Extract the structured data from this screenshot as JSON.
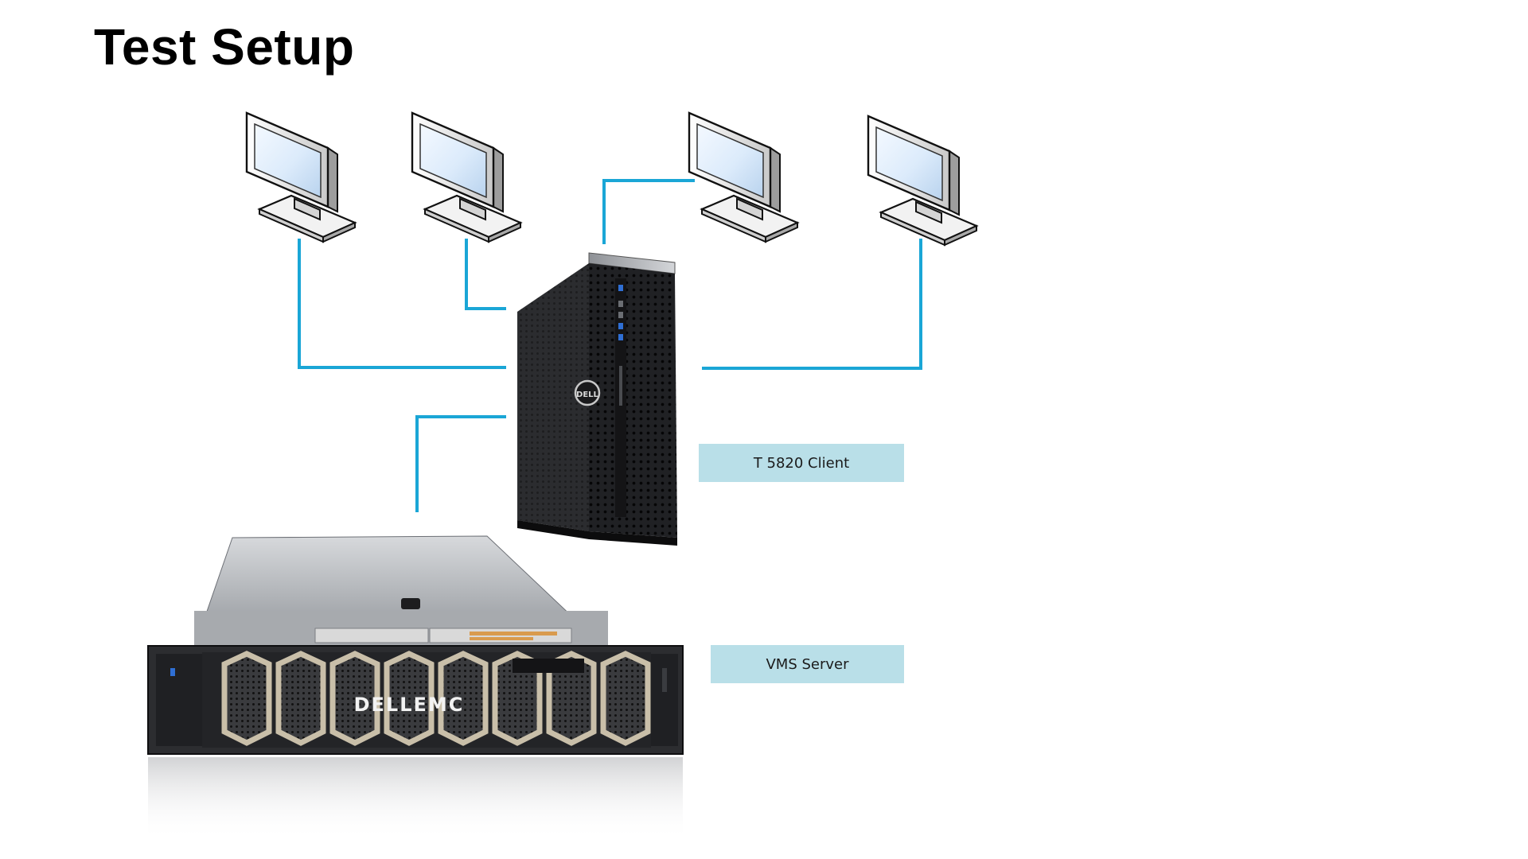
{
  "slide": {
    "title": "Test Setup"
  },
  "devices": {
    "client_label": "T 5820 Client",
    "server_label": "VMS Server",
    "server_brand": "DELLEMC"
  },
  "colors": {
    "connection_line": "#1aa6d6",
    "label_background": "#b9dfe8",
    "monitor_screen": "#dceeff",
    "tower_body": "#1c1c1e",
    "server_chassis": "#2a2b2e"
  },
  "icons": {
    "monitor": "monitor-icon",
    "tower": "workstation-tower",
    "rack_server": "rack-server"
  }
}
